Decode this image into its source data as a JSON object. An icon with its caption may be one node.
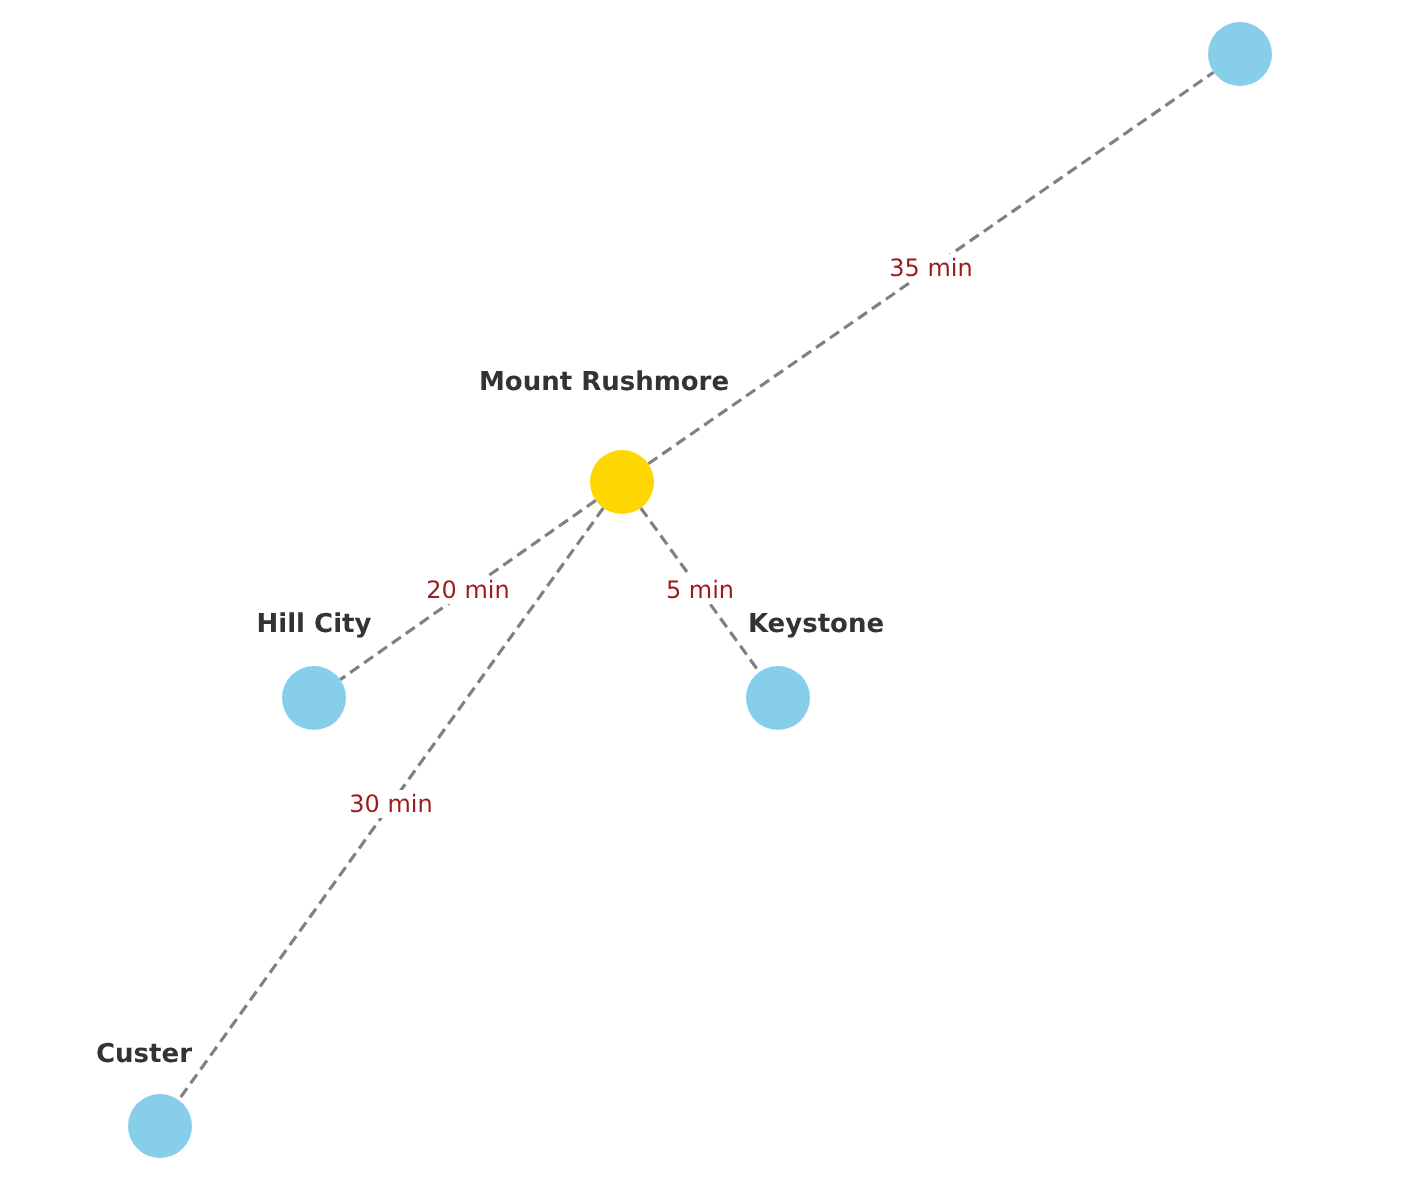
{
  "diagram": {
    "nodes": [
      {
        "text": [],
        "shape": "circle"
      },
      {
        "text": [
          "Mount Rushmore"
        ]
      },
      {
        "text": [
          "Hill City"
        ]
      },
      {
        "text": [
          "Keystone"
        ]
      },
      {
        "text": [
          "Custer"
        ]
      }
    ],
    "edges": [
      {
        "from": 1,
        "to": 0,
        "arrow": "none",
        "style": "dashed",
        "label": "35 min"
      },
      {
        "from": 1,
        "to": 2,
        "arrow": "none",
        "style": "dashed",
        "label": "20 min"
      },
      {
        "from": 1,
        "to": 3,
        "arrow": "none",
        "style": "dashed",
        "label": "5 min"
      },
      {
        "from": 1,
        "to": 4,
        "arrow": "none",
        "style": "dashed",
        "label": "30 min"
      }
    ]
  }
}
